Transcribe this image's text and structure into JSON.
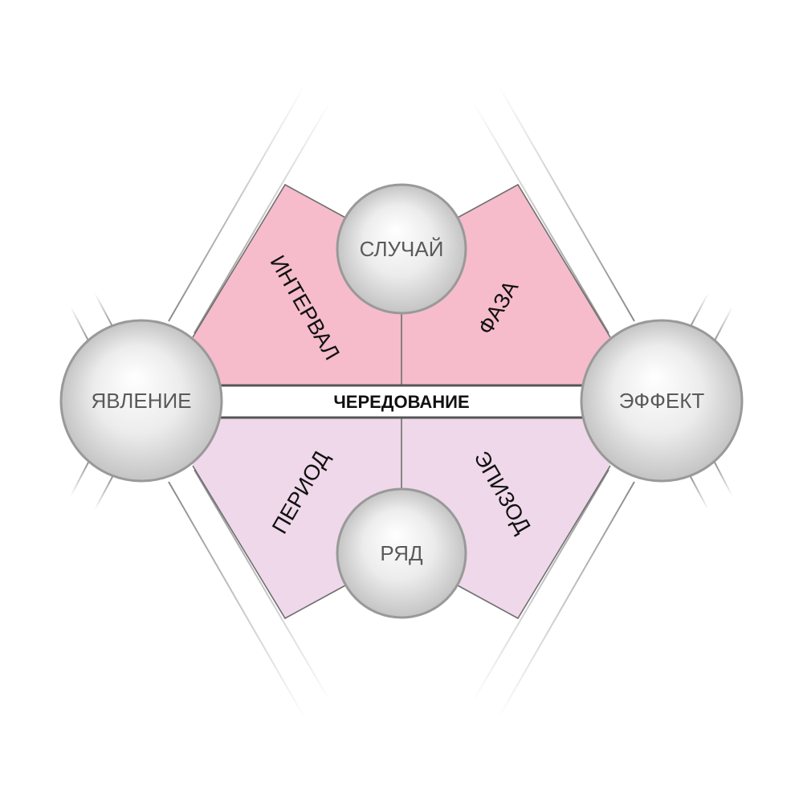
{
  "center": {
    "label": "ЧЕРЕДОВАНИЕ"
  },
  "nodes": {
    "top": "СЛУЧАЙ",
    "bottom": "РЯД",
    "left": "ЯВЛЕНИЕ",
    "right": "ЭФФЕКТ"
  },
  "sectors": {
    "top_left": "ИНТЕРВАЛ",
    "top_right": "ФАЗА",
    "bottom_left": "ПЕРИОД",
    "bottom_right": "ЭПИЗОД"
  },
  "colors": {
    "upper_fill": "#f6bccb",
    "lower_fill": "#eed8e9",
    "edge": "#6f6f6f",
    "guide_line": "#9a9a9a"
  }
}
